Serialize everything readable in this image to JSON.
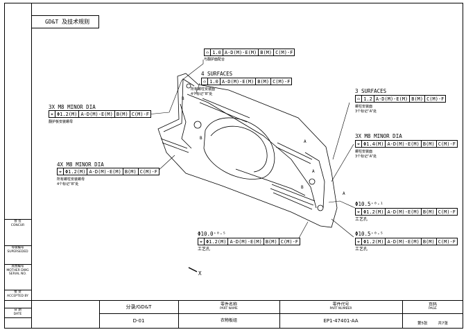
{
  "header": {
    "title": "GD&T 及技术规则"
  },
  "callouts": [
    {
      "id": "c1",
      "symbol": "⌓",
      "tol": "1.0",
      "refs": [
        "A-D(M)-E(M)",
        "B(M)",
        "C(M)-F"
      ],
      "note_cn": "与翻护面配合"
    },
    {
      "id": "c2",
      "heading": "4 SURFACES",
      "symbol": "⌓",
      "tol": "1.0",
      "refs": [
        "A-D(M)-E(M)",
        "B(M)",
        "C(M)-F"
      ],
      "note_cn": "所有螺柱安装面",
      "note_cn2": "4个标记“B”处"
    },
    {
      "id": "c3",
      "heading": "3X M8 MINOR DIA",
      "symbol": "⌖",
      "tol": "Φ1.2(M)",
      "refs": [
        "A-D(M)-E(M)",
        "B(M)",
        "C(M)-F"
      ],
      "note_cn": "翻护板安装螺母"
    },
    {
      "id": "c4",
      "heading": "4X M8 MINOR DIA",
      "symbol": "⌖",
      "tol": "Φ1.2(M)",
      "refs": [
        "A-D(M)-E(M)",
        "B(M)",
        "C(M)-F"
      ],
      "note_cn": "所有螺柱安装螺母",
      "note_cn2": "4个标记“B”处"
    },
    {
      "id": "c5",
      "heading": "3 SURFACES",
      "symbol": "⌓",
      "tol": "1.2",
      "refs": [
        "A-D(M)-E(M)",
        "B(M)",
        "C(M)-F"
      ],
      "note_cn": "螺柱安装面",
      "note_cn2": "3个标记“A”处"
    },
    {
      "id": "c6",
      "heading": "3X M8 MINOR DIA",
      "symbol": "⌖",
      "tol": "Φ1.4(M)",
      "refs": [
        "A-D(M)-E(M)",
        "B(M)",
        "C(M)-F"
      ],
      "note_cn": "螺柱安装面",
      "note_cn2": "3个标记“A”处"
    },
    {
      "id": "c7",
      "heading": "Φ10.5⁺⁰·¹",
      "symbol": "⌖",
      "tol": "Φ1.2(M)",
      "refs": [
        "A-D(M)-E(M)",
        "B(M)",
        "C(M)-F"
      ],
      "note_cn": "工艺孔"
    },
    {
      "id": "c8",
      "heading": "Φ10.5⁺⁰·⁵",
      "symbol": "⌖",
      "tol": "Φ1.2(M)",
      "refs": [
        "A-D(M)-E(M)",
        "B(M)",
        "C(M)-F"
      ],
      "note_cn": "工艺孔"
    },
    {
      "id": "c9",
      "heading": "Φ10.0⁺⁰·⁵",
      "symbol": "⌖",
      "tol": "Φ1.2(M)",
      "refs": [
        "A-D(M)-E(M)",
        "B(M)",
        "C(M)-F"
      ],
      "note_cn": "工艺孔"
    }
  ],
  "datum_tags": [
    "A",
    "A",
    "A",
    "B",
    "B",
    "B"
  ],
  "axis_label": "X",
  "sidebar": [
    {
      "cn": "会 签",
      "en": "CONCUR"
    },
    {
      "cn": "等级编号",
      "en": "SUPERSEDED"
    },
    {
      "cn": "底图编号",
      "en": "MOTHER DWG SERIAL NO."
    },
    {
      "cn": "接 受",
      "en": "ACCEPTED BY"
    },
    {
      "cn": "日 期",
      "en": "DATE"
    }
  ],
  "titleblock": {
    "c1_header": "分录/GD&T",
    "c1_value": "D-01",
    "c2_header": "零件名称",
    "c2_sub": "PART NAME",
    "c2_value": "衣物板组",
    "c3_header": "零件代号",
    "c3_sub": "PART NUMBER",
    "c3_value": "EP1-47401-AA",
    "c4_header": "页码",
    "c4_sub": "PAGE",
    "c4_value_a": "第5张",
    "c4_value_b": "共7张"
  }
}
